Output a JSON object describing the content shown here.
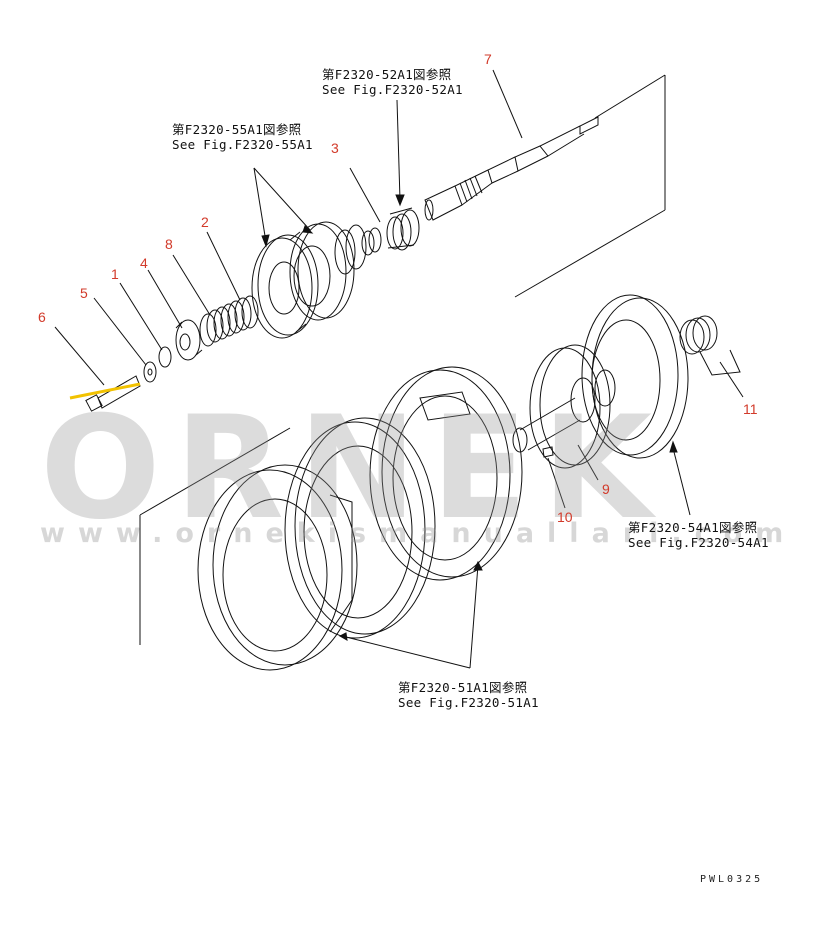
{
  "watermark": {
    "brand": "ORNEK",
    "url": "www.ornekismanuallari.com"
  },
  "part_numbers": [
    "1",
    "2",
    "3",
    "4",
    "5",
    "6",
    "7",
    "8",
    "9",
    "10",
    "11"
  ],
  "references": {
    "f52": {
      "jp": "第F2320-52A1図参照",
      "en": "See Fig.F2320-52A1"
    },
    "f55": {
      "jp": "第F2320-55A1図参照",
      "en": "See Fig.F2320-55A1"
    },
    "f54": {
      "jp": "第F2320-54A1図参照",
      "en": "See Fig.F2320-54A1"
    },
    "f51": {
      "jp": "第F2320-51A1図参照",
      "en": "See Fig.F2320-51A1"
    }
  },
  "drawing_code": "PWL0325",
  "colors": {
    "callout": "#d23a2a",
    "line": "#111111",
    "accent": "#f2c200"
  }
}
